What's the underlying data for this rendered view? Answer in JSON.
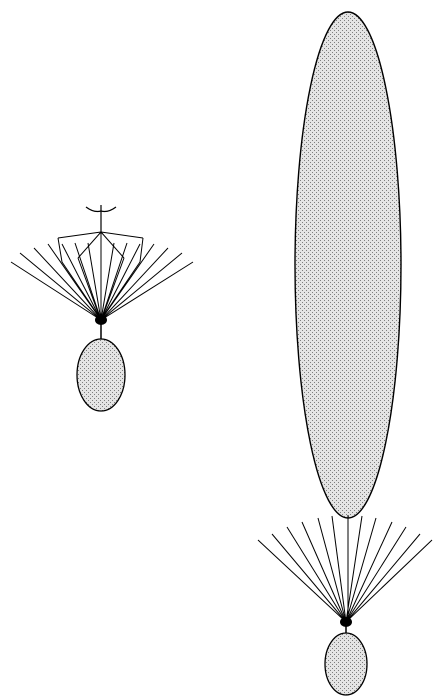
{
  "figure": {
    "colors": {
      "background": "#ffffff",
      "stroke": "#000000",
      "stipple_fill": "#e2e2e2",
      "stipple_dot": "#8a8a8a"
    },
    "left_pattern": {
      "parts": [
        "small-oval-body",
        "radiating-lines",
        "dense-center-node",
        "spindle-lines",
        "top-trident-mark"
      ]
    },
    "right_pattern": {
      "parts": [
        "small-oval-body",
        "radiating-lines",
        "dense-center-node",
        "tall-elongated-ellipse"
      ]
    }
  }
}
